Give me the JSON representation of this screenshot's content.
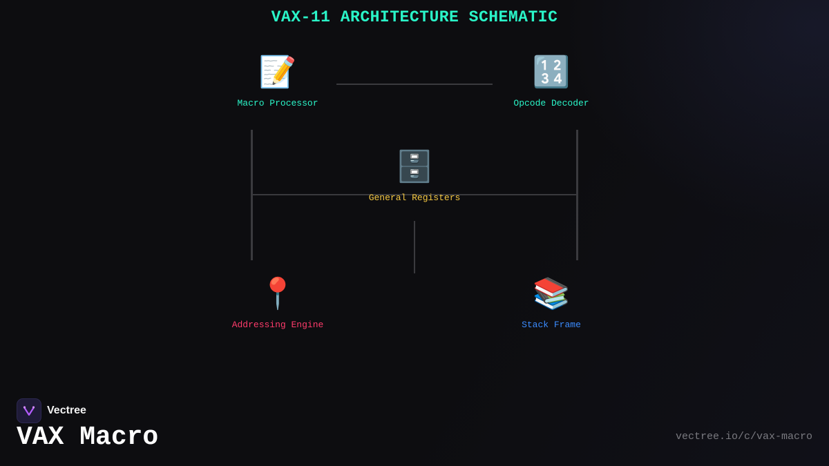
{
  "title": "VAX-11 ARCHITECTURE SCHEMATIC",
  "nodes": {
    "macro_processor": {
      "label": "Macro Processor",
      "glyph": "📝",
      "icon": "memo-icon",
      "color": "#2af5c8"
    },
    "opcode_decoder": {
      "label": "Opcode Decoder",
      "glyph": "🔢",
      "icon": "numbers-icon",
      "color": "#2af5c8"
    },
    "general_registers": {
      "label": "General Registers",
      "glyph": "🗄️",
      "icon": "file-cabinet-icon",
      "color": "#f5c842"
    },
    "addressing_engine": {
      "label": "Addressing Engine",
      "glyph": "📍",
      "icon": "pin-icon",
      "color": "#ff3b6b"
    },
    "stack_frame": {
      "label": "Stack Frame",
      "glyph": "📚",
      "icon": "books-icon",
      "color": "#3b8cff"
    }
  },
  "footer": {
    "brand_name": "Vectree",
    "project_title": "VAX Macro",
    "url": "vectree.io/c/vax-macro"
  },
  "colors": {
    "title": "#2af5c8",
    "background": "#0d0d10",
    "connector": "#3a3a3e",
    "brand_badge": "#1f1b38",
    "brand_mark": "#b45cff"
  }
}
